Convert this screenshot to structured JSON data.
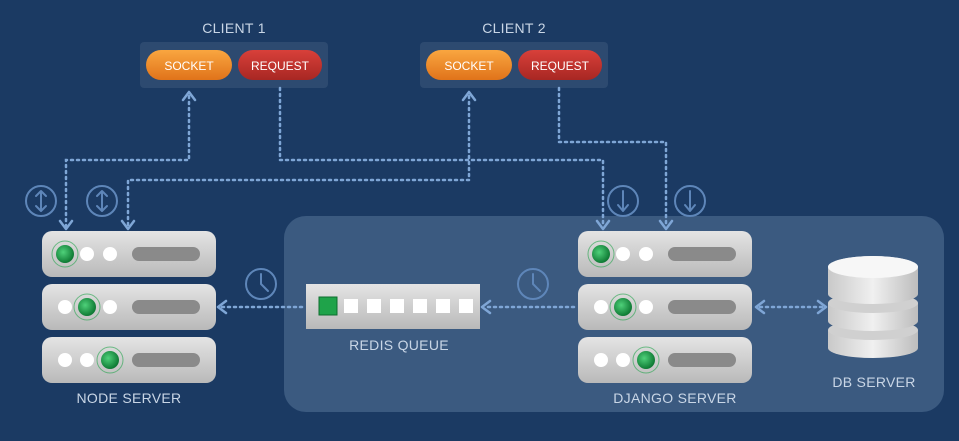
{
  "clients": [
    {
      "title": "CLIENT 1",
      "socket_label": "SOCKET",
      "request_label": "REQUEST"
    },
    {
      "title": "CLIENT 2",
      "socket_label": "SOCKET",
      "request_label": "REQUEST"
    }
  ],
  "node_server": {
    "label": "NODE SERVER"
  },
  "redis_queue": {
    "label": "REDIS QUEUE"
  },
  "django_server": {
    "label": "DJANGO SERVER"
  },
  "db_server": {
    "label": "DB SERVER"
  },
  "icons": {
    "up_down": "up-down-arrow-icon",
    "down": "down-arrow-icon",
    "clock": "clock-icon"
  },
  "colors": {
    "background": "#1b3a63",
    "backend_panel": "#3b5a80",
    "socket_button": "#f28a1e",
    "request_button": "#c9302c",
    "connector": "#7fa6d6",
    "led_active": "#1fa34a"
  }
}
